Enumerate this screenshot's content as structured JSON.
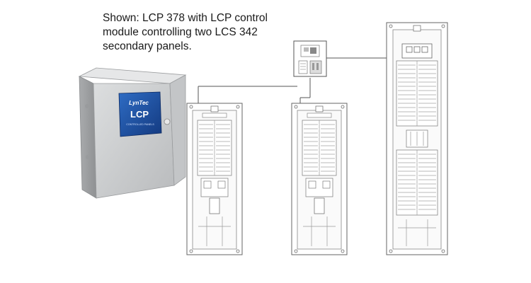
{
  "caption": {
    "line1": "Shown:  LCP 378  with LCP control",
    "line2": "module controlling two LCS 342",
    "line3": "secondary panels."
  },
  "enclosure": {
    "brand": "LynTec",
    "product": "LCP",
    "subtitle": "CONTROLLED PANELS",
    "screen_color": "#1c4ea0",
    "body_color": "#c9cbcd"
  }
}
